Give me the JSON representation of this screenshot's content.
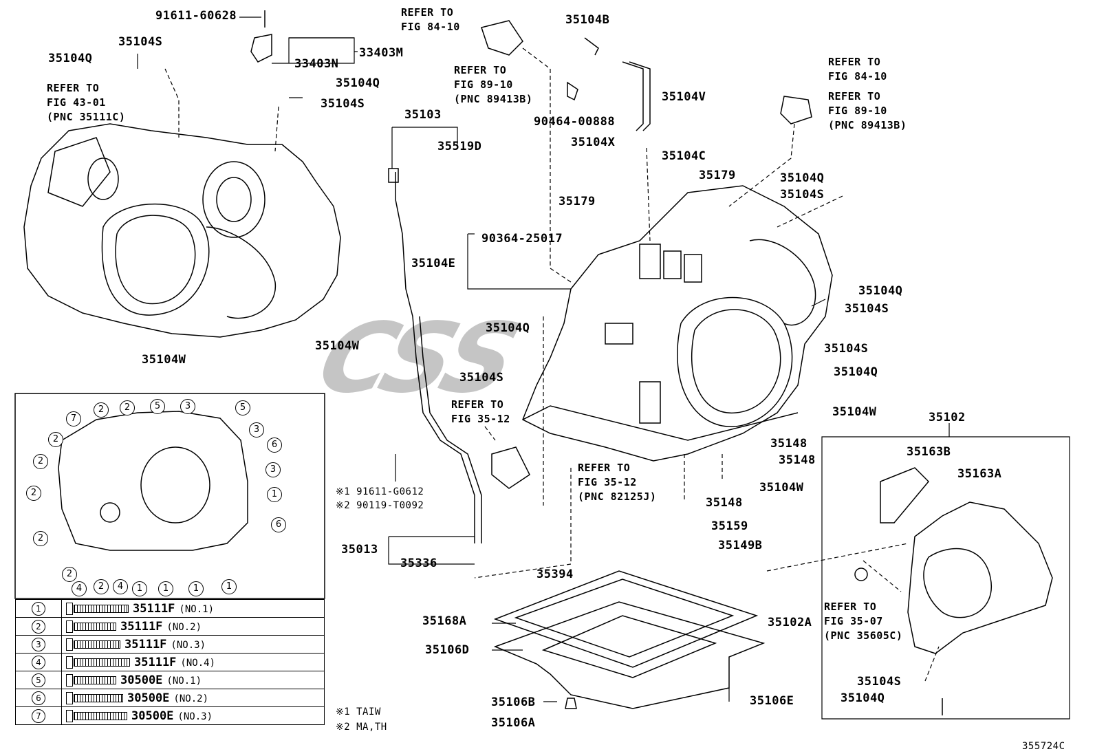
{
  "watermark": "CSS",
  "footer_code": "355724C",
  "labels": {
    "p91611_60628": "91611-60628",
    "p35104S_a": "35104S",
    "p35104Q_a": "35104Q",
    "p33403M": "33403M",
    "p33403N": "33403N",
    "p35104Q_b": "35104Q",
    "p35104S_b": "35104S",
    "ref_43_01": "REFER TO\nFIG 43-01\n(PNC 35111C)",
    "p35104W_a": "35104W",
    "p35104W_b": "35104W",
    "ref_84_10_a": "REFER TO\nFIG 84-10",
    "ref_89_10_a": "REFER TO\nFIG 89-10\n(PNC 89413B)",
    "p35104B": "35104B",
    "p35104V": "35104V",
    "p90464_00888": "90464-00888",
    "p35104X": "35104X",
    "p35104C": "35104C",
    "ref_84_10_b": "REFER TO\nFIG 84-10",
    "ref_89_10_b": "REFER TO\nFIG 89-10\n(PNC 89413B)",
    "p35103": "35103",
    "p35519D": "35519D",
    "p35179_a": "35179",
    "p35179_b": "35179",
    "p35104Q_c": "35104Q",
    "p35104S_c": "35104S",
    "p90364_25017": "90364-25017",
    "p35104E": "35104E",
    "p35104Q_d": "35104Q",
    "p35104S_d": "35104S",
    "p35104Q_e": "35104Q",
    "p35104S_e": "35104S",
    "p35104S_f": "35104S",
    "p35104Q_f": "35104Q",
    "p35104W_c": "35104W",
    "ref_35_12_a": "REFER TO\nFIG 35-12",
    "p91611_G0612": "※1 91611-G0612",
    "p90119_T0092": "※2 90119-T0092",
    "ref_35_12_b": "REFER TO\nFIG 35-12\n(PNC 82125J)",
    "p35148_a": "35148",
    "p35148_b": "35148",
    "p35148_c": "35148",
    "p35104W_d": "35104W",
    "p35159": "35159",
    "p35149B": "35149B",
    "p35013": "35013",
    "p35336": "35336",
    "p35394": "35394",
    "p35168A": "35168A",
    "p35106D": "35106D",
    "p35106B": "35106B",
    "p35106A": "35106A",
    "p35106E": "35106E",
    "p35102": "35102",
    "p35163B": "35163B",
    "p35163A": "35163A",
    "p35102A": "35102A",
    "ref_35_07": "REFER TO\nFIG 35-07\n(PNC 35605C)",
    "p35104S_g": "35104S",
    "p35104Q_g": "35104Q"
  },
  "bolt_callouts": [
    "2",
    "2",
    "5",
    "3",
    "5",
    "7",
    "2",
    "3",
    "6",
    "2",
    "3",
    "2",
    "1",
    "2",
    "6",
    "2",
    "2",
    "4",
    "2",
    "4",
    "1",
    "1",
    "1",
    "1"
  ],
  "bolt_table": [
    {
      "key": "1",
      "part": "35111F",
      "size": "(NO.1)"
    },
    {
      "key": "2",
      "part": "35111F",
      "size": "(NO.2)"
    },
    {
      "key": "3",
      "part": "35111F",
      "size": "(NO.3)"
    },
    {
      "key": "4",
      "part": "35111F",
      "size": "(NO.4)"
    },
    {
      "key": "5",
      "part": "30500E",
      "size": "(NO.1)"
    },
    {
      "key": "6",
      "part": "30500E",
      "size": "(NO.2)"
    },
    {
      "key": "7",
      "part": "30500E",
      "size": "(NO.3)"
    }
  ],
  "notes": {
    "note1": "※1 TAIW",
    "note2": "※2 MA,TH"
  }
}
